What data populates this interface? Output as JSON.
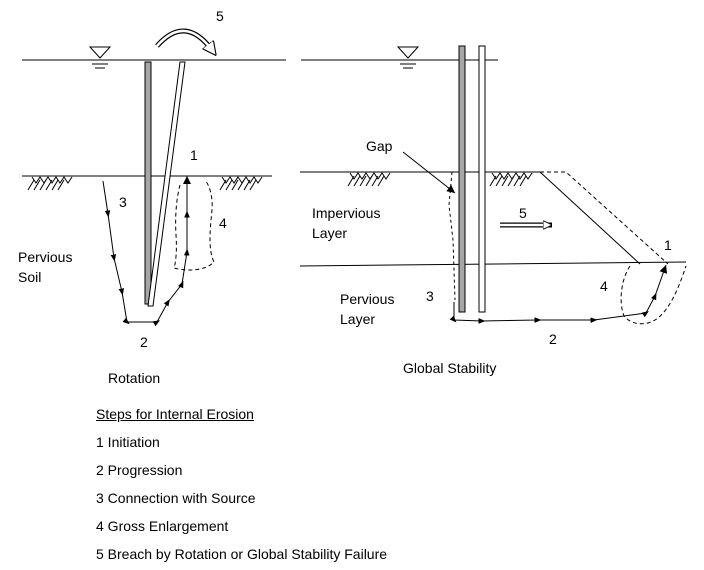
{
  "left_panel": {
    "caption": "Rotation",
    "soil_label_line1": "Pervious",
    "soil_label_line2": "Soil",
    "step_labels": [
      "1",
      "2",
      "3",
      "4",
      "5"
    ]
  },
  "right_panel": {
    "caption": "Global Stability",
    "gap_label": "Gap",
    "impervious_line1": "Impervious",
    "impervious_line2": "Layer",
    "pervious_line1": "Pervious",
    "pervious_line2": "Layer",
    "step_labels": [
      "1",
      "2",
      "3",
      "4",
      "5"
    ]
  },
  "legend": {
    "title": "Steps for Internal Erosion",
    "items": [
      "1 Initiation",
      "2 Progression",
      "3 Connection with Source",
      "4 Gross Enlargement",
      "5 Breach by Rotation or Global Stability Failure"
    ]
  },
  "colors": {
    "line": "#000000",
    "sheet_pile_fill": "#a6a6a6"
  }
}
